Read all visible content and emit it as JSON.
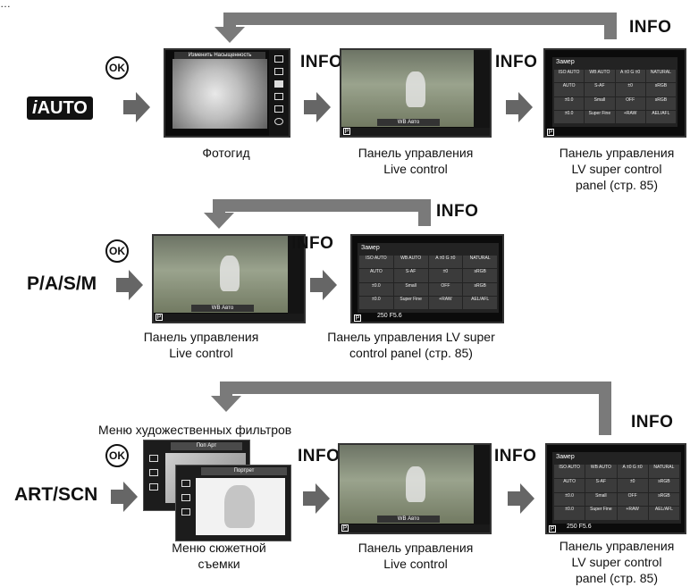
{
  "top_text": "…",
  "info_label": "INFO",
  "ok_label": "OK",
  "modes": {
    "iauto": "AUTO",
    "pasm": "P/A/S/M",
    "artscn": "ART/SCN"
  },
  "row1": {
    "caption1": "Фотогид",
    "caption2_line1": "Панель управления",
    "caption2_line2": "Live control",
    "caption3_line1": "Панель управления",
    "caption3_line2": "LV super control",
    "caption3_line3": "panel (стр. 85)",
    "guide_title": "Изменить Насыщенность",
    "wb_label": "WB Авто"
  },
  "row2": {
    "caption1_line1": "Панель управления",
    "caption1_line2": "Live control",
    "caption2_line1": "Панель управления LV super",
    "caption2_line2": "control panel (стр. 85)",
    "wb_label": "WB Авто"
  },
  "row3": {
    "art_menu_label": "Меню художественных фильтров",
    "caption1_line1": "Меню сюжетной",
    "caption1_line2": "съемки",
    "caption2_line1": "Панель управления",
    "caption2_line2": "Live control",
    "caption3_line1": "Панель управления",
    "caption3_line2": "LV super control",
    "caption3_line3": "panel (стр. 85)",
    "art_title": "Поп Арт",
    "scn_title": "Портрет",
    "wb_label": "WB Авто"
  },
  "super_panel": {
    "title": "Замер",
    "cells": [
      "ISO AUTO",
      "WB AUTO",
      "A ±0 G ±0",
      "NATURAL",
      "AUTO",
      "S-AF",
      "±0",
      "sRGB",
      "±0.0",
      "Small",
      "Super Fine",
      "+RAW",
      "AEL/AFL",
      "OFF",
      "",
      ""
    ],
    "readout": "250  F5.6"
  }
}
